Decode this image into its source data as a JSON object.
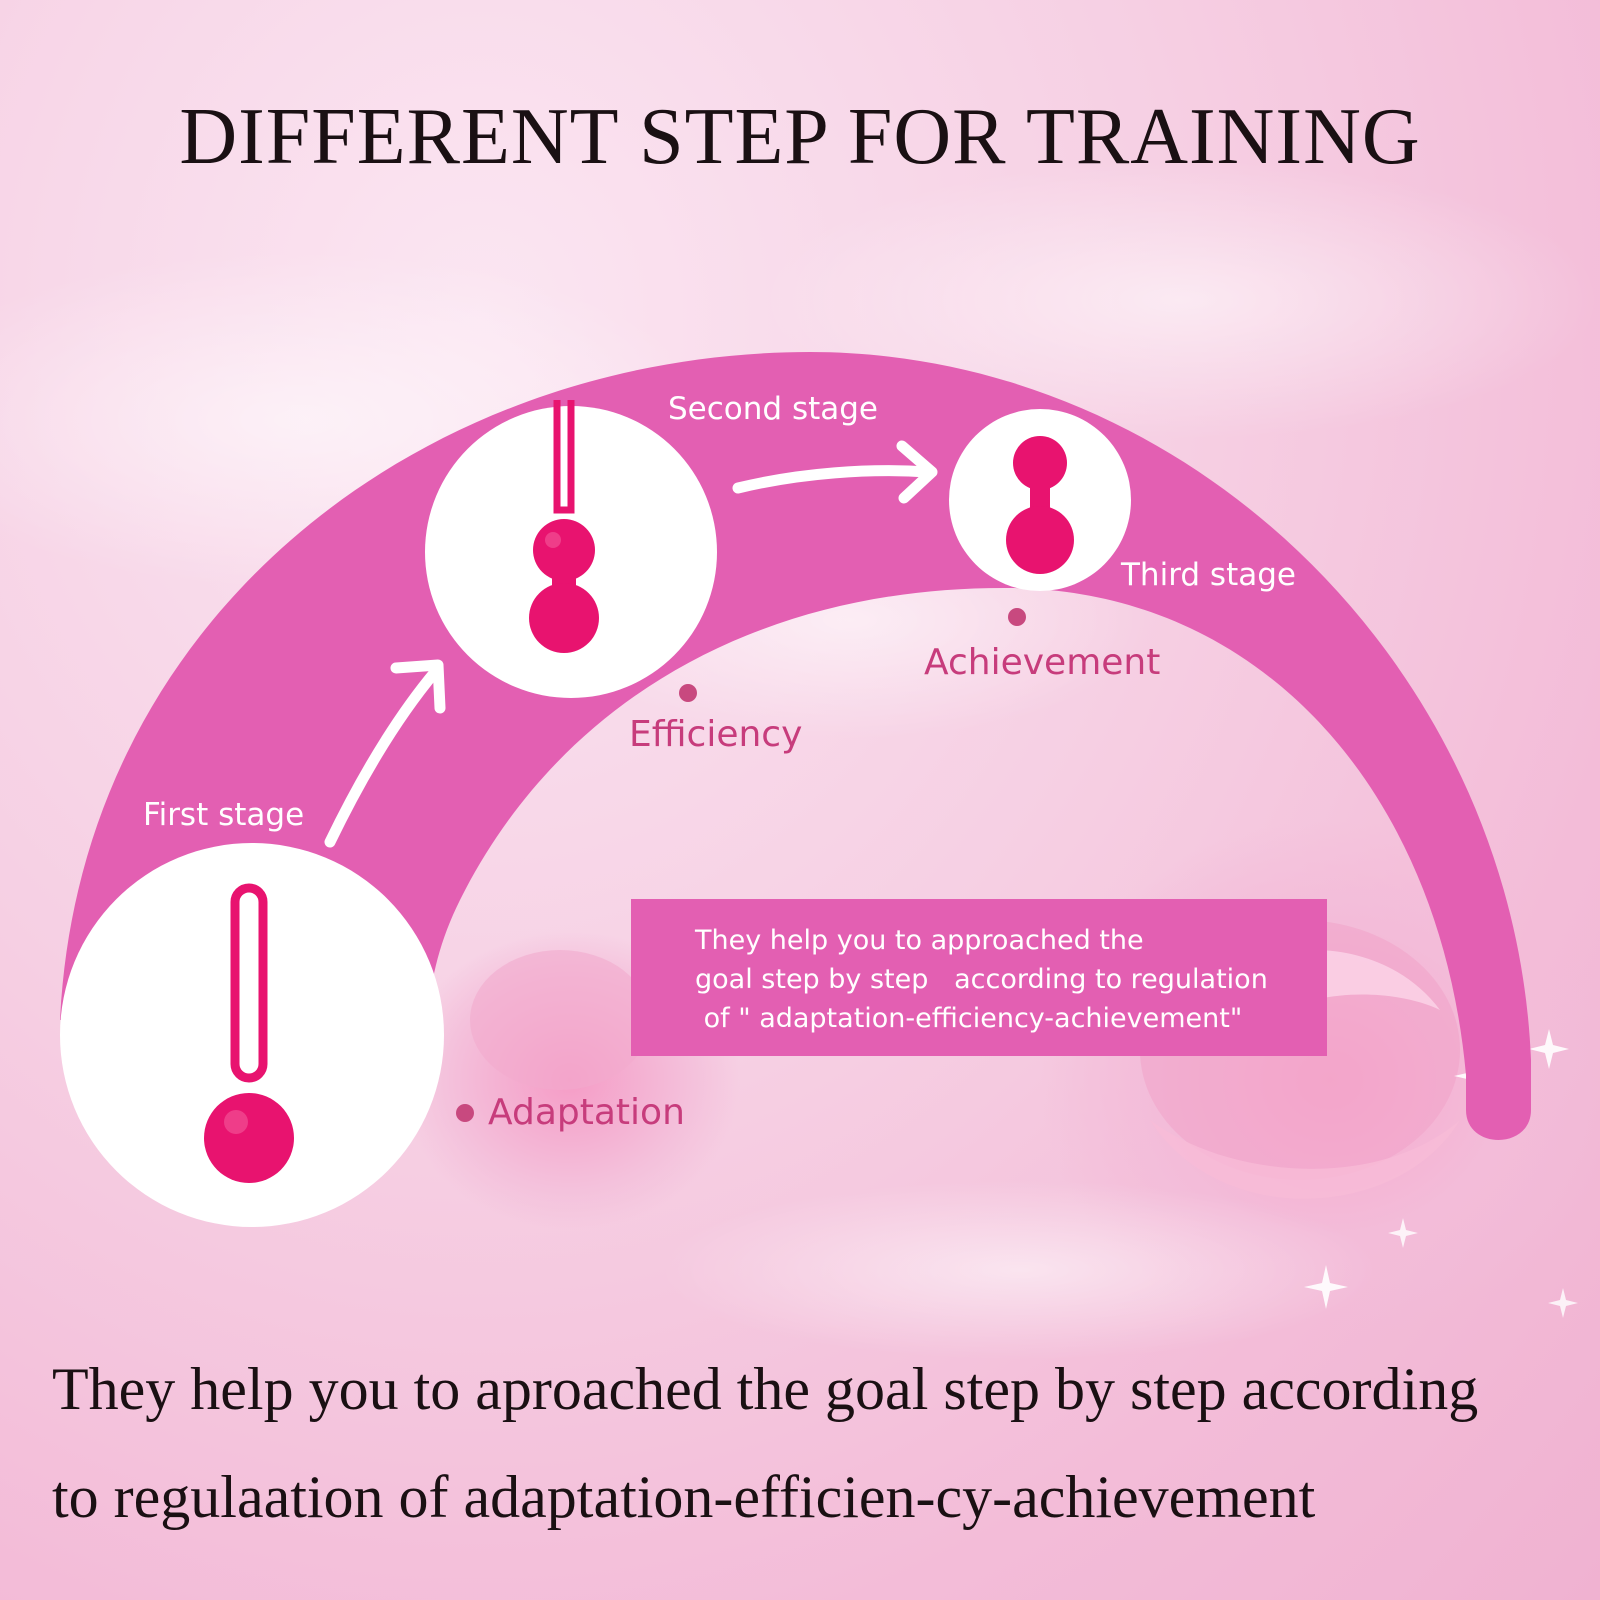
{
  "title": "DIFFERENT STEP FOR TRAINING",
  "stages": {
    "first": "First stage",
    "second": "Second stage",
    "third": "Third stage"
  },
  "points": {
    "adaptation": "Adaptation",
    "efficiency": "Efficiency",
    "achievement": "Achievement"
  },
  "info_box": {
    "line1": "They help you to approached the",
    "line2": "goal step by step   according to regulation",
    "line3": " of \" adaptation-efficiency-achievement\""
  },
  "caption": {
    "line1": "They help you to aproached the goal step by step according",
    "line2": "to regulaation of adaptation-efficien-cy-achievement"
  },
  "colors": {
    "arc": "#e35fb2",
    "product": "#e8136f",
    "point_label": "#c73c7c"
  },
  "icons": [
    "single-ball-icon",
    "double-ball-icon",
    "arrow-icon"
  ]
}
